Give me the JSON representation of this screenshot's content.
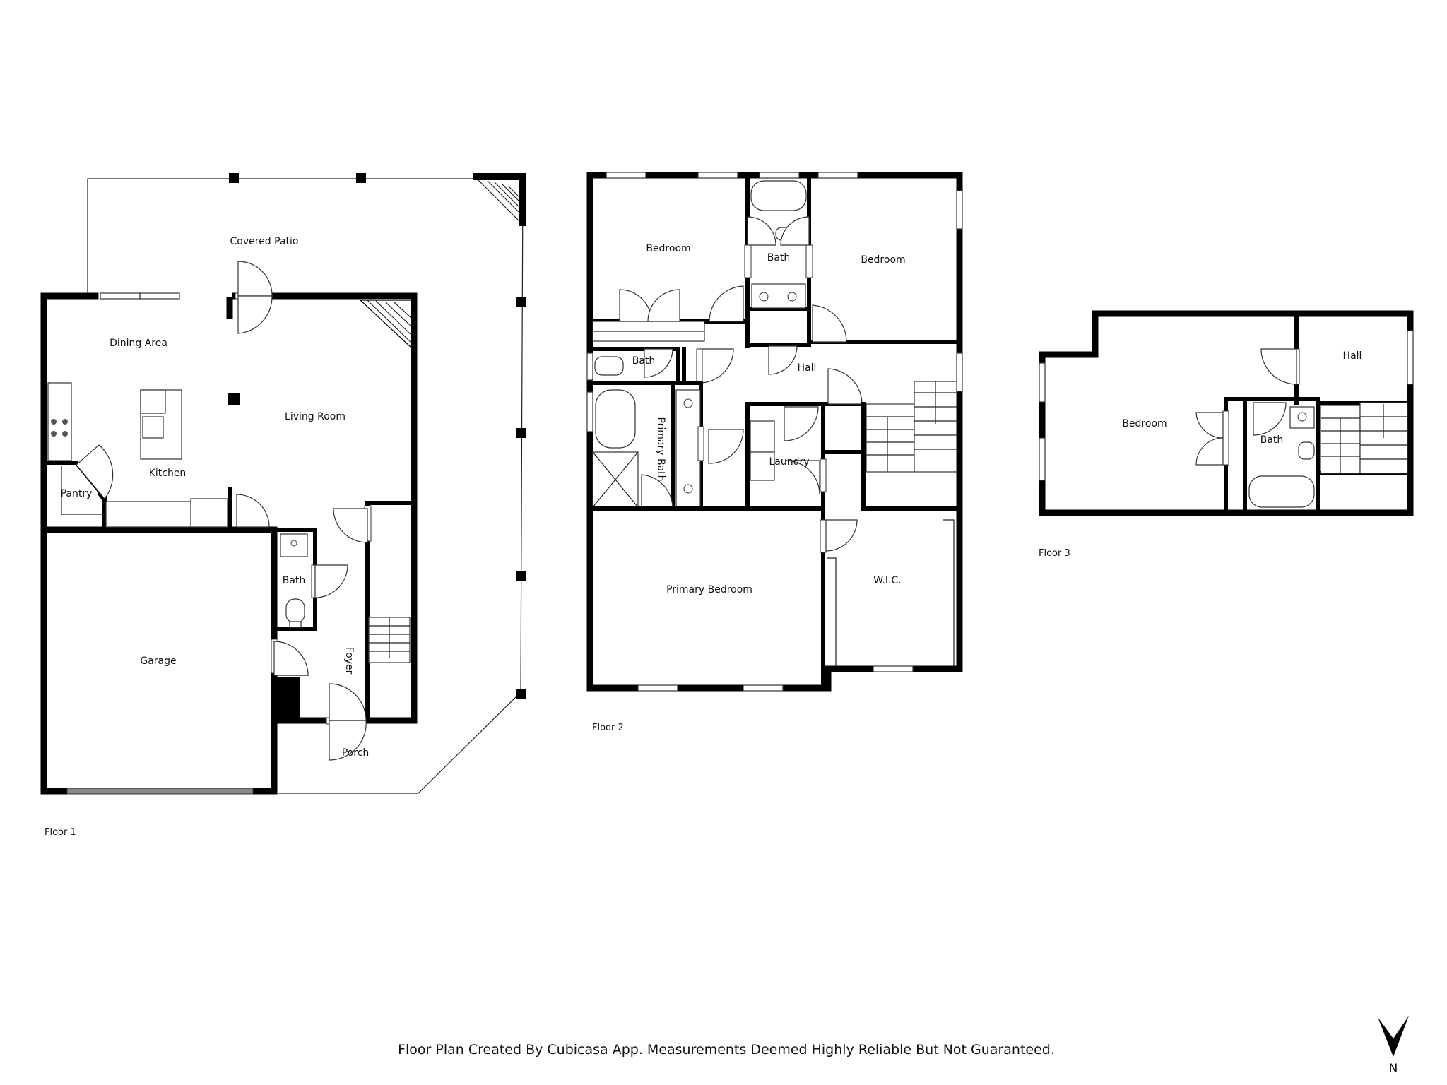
{
  "floors": [
    {
      "label": "Floor 1",
      "rooms": [
        "Covered Patio",
        "Dining Area",
        "Living Room",
        "Kitchen",
        "Pantry",
        "Bath",
        "Foyer",
        "Garage",
        "Porch"
      ]
    },
    {
      "label": "Floor 2",
      "rooms": [
        "Bedroom",
        "Bath",
        "Bedroom",
        "Bath",
        "Hall",
        "Primary Bath",
        "Laundry",
        "Primary Bedroom",
        "W.I.C."
      ]
    },
    {
      "label": "Floor 3",
      "rooms": [
        "Hall",
        "Bedroom",
        "Bath"
      ]
    }
  ],
  "footer": "Floor Plan Created By Cubicasa App. Measurements Deemed Highly Reliable But Not Guaranteed.",
  "compass": {
    "label": "N",
    "icon": "north-arrow-icon"
  },
  "colors": {
    "wall": "#000000",
    "background": "#ffffff",
    "line": "#333333"
  }
}
